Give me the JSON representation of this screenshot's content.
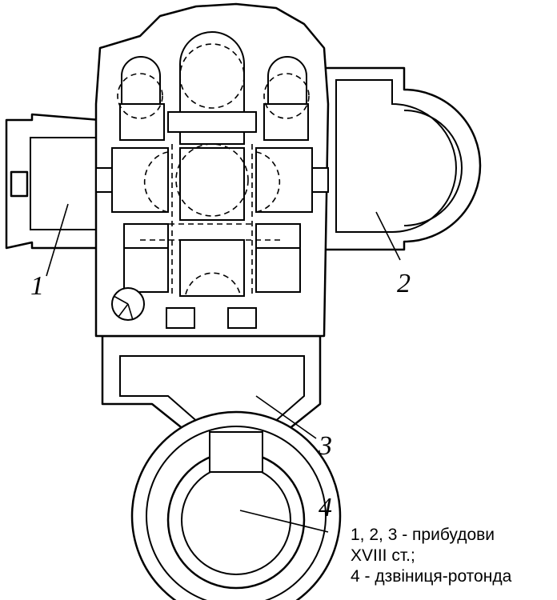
{
  "plan": {
    "labels": [
      "1",
      "2",
      "3",
      "4"
    ]
  },
  "legend": {
    "line1": "1, 2, 3 - прибудови",
    "line2": "XVIII ст.;",
    "line3": "4 - дзвіниця-ротонда"
  }
}
